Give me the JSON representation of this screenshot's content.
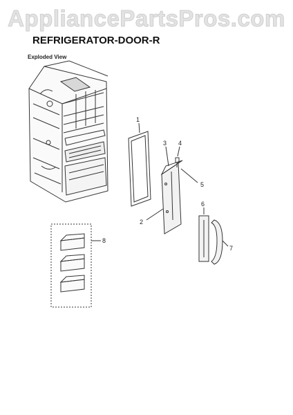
{
  "watermark": "AppliancePartsPros.com",
  "title": "REFRIGERATOR-DOOR-R",
  "subtitle": "Exploded View",
  "callouts": [
    "1",
    "2",
    "3",
    "4",
    "5",
    "6",
    "7",
    "8"
  ]
}
